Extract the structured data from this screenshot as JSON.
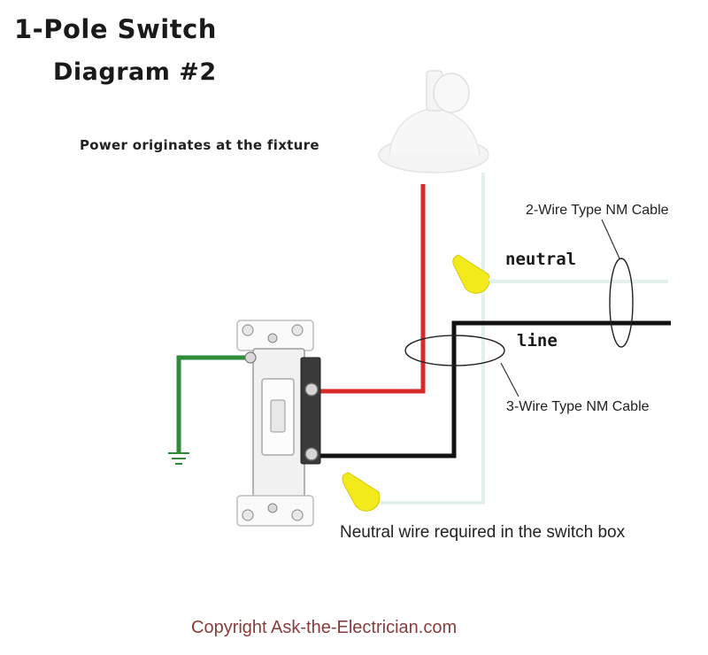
{
  "title": {
    "line1": "1-Pole Switch",
    "line2": "Diagram #2"
  },
  "subtitle": "Power originates at the fixture",
  "labels": {
    "cable_2wire": "2-Wire Type NM Cable",
    "neutral": "neutral",
    "line": "line",
    "cable_3wire": "3-Wire Type NM Cable",
    "neutral_note": "Neutral wire required in the switch box"
  },
  "copyright": "Copyright Ask-the-Electrician.com",
  "colors": {
    "hot_wire": "#d92a2a",
    "line_wire": "#111111",
    "ground_wire": "#2e8b3a",
    "neutral_wire": "#e8f4ee",
    "wire_nut": "#f2ea1a"
  }
}
